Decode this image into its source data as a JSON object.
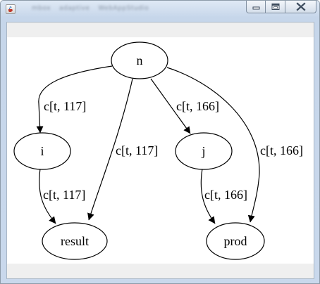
{
  "window": {
    "title_parts": [
      "mbox",
      "adaptive",
      "WebAppStudio"
    ],
    "icons": {
      "app": "java-coffee-icon",
      "minimize": "minimize-icon",
      "maximize": "maximize-icon",
      "close": "close-icon"
    }
  },
  "graph": {
    "nodes": {
      "n": "n",
      "i": "i",
      "j": "j",
      "result": "result",
      "prod": "prod"
    },
    "edges": {
      "n_i": "c[t, 117]",
      "n_result": "c[t, 117]",
      "n_j": "c[t, 166]",
      "n_prod": "c[t, 166]",
      "i_result": "c[t, 117]",
      "j_prod": "c[t, 166]"
    }
  },
  "colors": {
    "title_gradient_top": "#dfe9f5",
    "title_gradient_bottom": "#c6d6ea",
    "strip": "#efefef",
    "ink": "#000000"
  }
}
